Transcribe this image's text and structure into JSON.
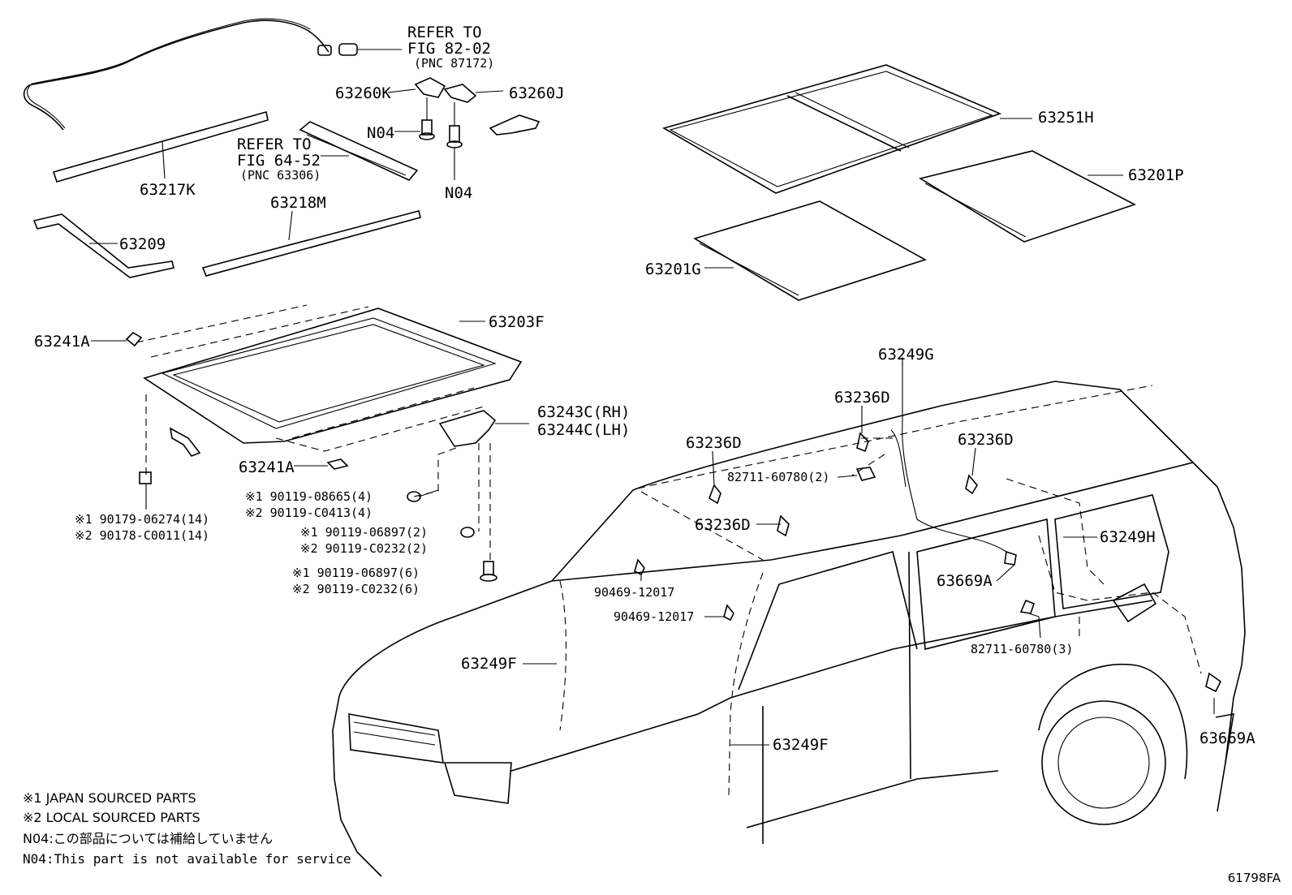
{
  "diagram": {
    "labels": {
      "refer_1_a": "REFER TO",
      "refer_1_b": "FIG 82-02",
      "refer_1_c": "(PNC 87172)",
      "refer_2_a": "REFER TO",
      "refer_2_b": "FIG 64-52",
      "refer_2_c": "(PNC 63306)",
      "p63260K": "63260K",
      "p63260J": "63260J",
      "n04_a": "N04",
      "n04_b": "N04",
      "p63217K": "63217K",
      "p63218M": "63218M",
      "p63209": "63209",
      "p63251H": "63251H",
      "p63201P": "63201P",
      "p63201G": "63201G",
      "p63203F": "63203F",
      "p63241A_a": "63241A",
      "p63241A_b": "63241A",
      "p63243C": "63243C(RH)",
      "p63244C": "63244C(LH)",
      "b1_1": "※1 90119-08665(4)",
      "b1_2": "※2 90119-C0413(4)",
      "b2_1": "※1 90119-06897(2)",
      "b2_2": "※2 90119-C0232(2)",
      "b3_1": "※1 90119-06897(6)",
      "b3_2": "※2 90119-C0232(6)",
      "b4_1": "※1 90179-06274(14)",
      "b4_2": "※2 90178-C0011(14)",
      "p63249G": "63249G",
      "p63236D_a": "63236D",
      "p63236D_b": "63236D",
      "p63236D_c": "63236D",
      "p63236D_d": "63236D",
      "p82711_a": "82711-60780(2)",
      "p82711_b": "82711-60780(3)",
      "p63249H": "63249H",
      "p63669A_a": "63669A",
      "p63669A_b": "63669A",
      "p90469_a": "90469-12017",
      "p90469_b": "90469-12017",
      "p63249F_a": "63249F",
      "p63249F_b": "63249F"
    },
    "notes": {
      "note1": "※1 JAPAN SOURCED PARTS",
      "note2": "※2 LOCAL SOURCED PARTS",
      "note3": "N04:この部品については補給していません",
      "note4": "N04:This part is not available for service"
    },
    "figure_code": "61798FA"
  }
}
